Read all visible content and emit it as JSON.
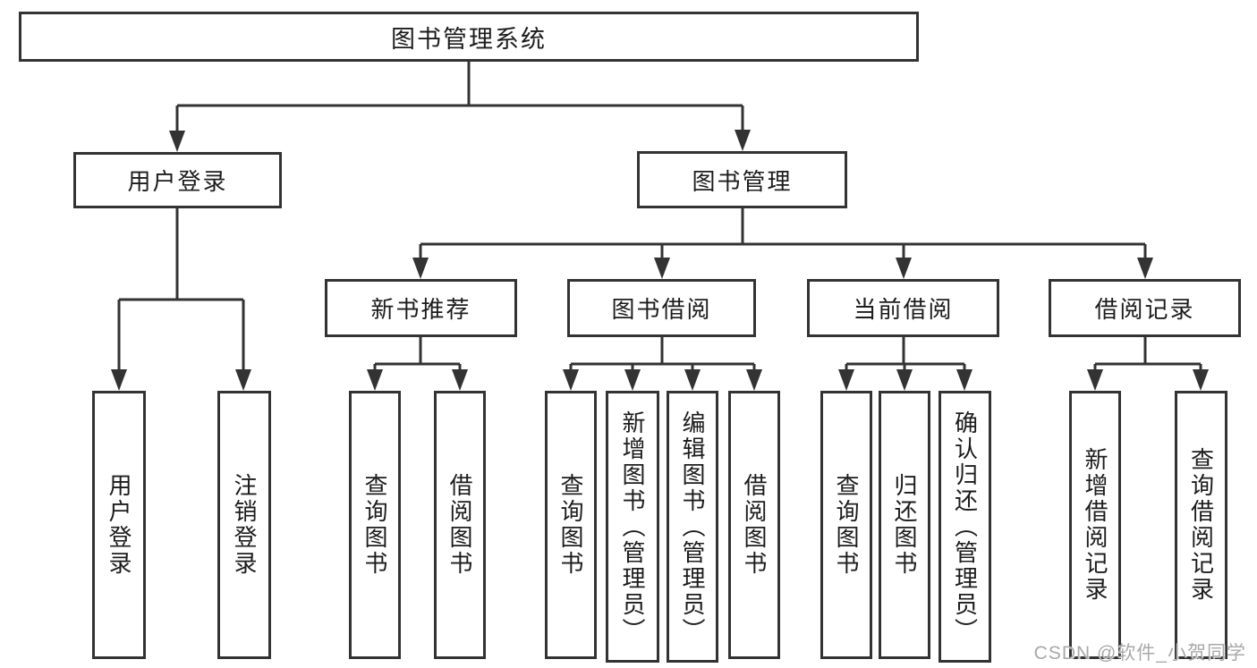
{
  "diagram": {
    "title": "图书管理系统",
    "level2": [
      {
        "label": "用户登录"
      },
      {
        "label": "图书管理"
      }
    ],
    "level3": [
      {
        "label": "新书推荐"
      },
      {
        "label": "图书借阅"
      },
      {
        "label": "当前借阅"
      },
      {
        "label": "借阅记录"
      }
    ],
    "leaves": {
      "user_login": [
        {
          "label": "用户登录"
        },
        {
          "label": "注销登录"
        }
      ],
      "new_book": [
        {
          "label": "查询图书"
        },
        {
          "label": "借阅图书"
        }
      ],
      "borrow": [
        {
          "label": "查询图书"
        },
        {
          "label": "新增图书（管理员）"
        },
        {
          "label": "编辑图书（管理员）"
        },
        {
          "label": "借阅图书"
        }
      ],
      "current": [
        {
          "label": "查询图书"
        },
        {
          "label": "归还图书"
        },
        {
          "label": "确认归还（管理员）"
        }
      ],
      "records": [
        {
          "label": "新增借阅记录"
        },
        {
          "label": "查询借阅记录"
        }
      ]
    }
  },
  "watermark": {
    "text": "CSDN @软件_小贺同学"
  },
  "colors": {
    "line": "#333333",
    "text": "#1c1c1c",
    "watermark": "#a9a9a9",
    "background": "#ffffff"
  }
}
